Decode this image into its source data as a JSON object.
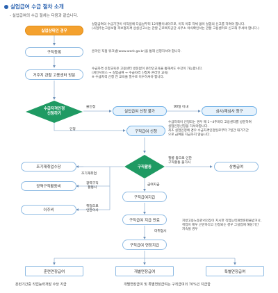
{
  "header": {
    "title": "실업급여 수급 절차 소개",
    "subtitle": "- 실업급여의 수급 절차는 다음과 같습니다."
  },
  "nodes": {
    "unemployed": "실업상태인 경우",
    "job_register": "구직등록",
    "visit_center": "거주지 관할 고용센터 방문",
    "eligibility": [
      "수급자격인정",
      "신청하기"
    ],
    "deny_request": "실업급여 신청 불가",
    "review": "심사/재심사 청구",
    "jobseeker_apply": "구직급여 신청",
    "job_activity": "구직활동",
    "illness": "상병급여",
    "early_reemploy": "조기재취업수당",
    "wide_search": "광역구직활동비",
    "moving": "이주비",
    "jobseeker_pay": "구직급여지급",
    "pay_end": "구직급여 지급 만료",
    "extension": "구직급여 연장지급",
    "training_ext": "훈련연장급여",
    "individual_ext": "개별연장급여",
    "special_ext": "특별연장급여"
  },
  "notes": {
    "unemployed": [
      "실업급여의 수급기간이 이직일에 다음날부터 12개월이내이므로, 이직 이후 지체 없이 실업의 신고를 하여야 합니다.",
      "(사업주는고용보험 피보험자격 상실신고시는 관할 근로복지공단 사무소 야식확인서는 관할 고용센터로 신고해 주셔야 합니다.)"
    ],
    "job_register": "온라인 직접 워크넷(www.work.go.kr)을 통해 신청하셔야 합니다.",
    "visit_center": [
      "수급자격 신청교육은 고용센터 방문없이 온라인교육을 통해서도 수강이 가능합니다.",
      "(개인서비스 → 실업급여 → 수급자격 신청자 온라인 교육)",
      "※ 수급자격 신청 전 교육을 필수로 이수하셔야 합니다."
    ],
    "jobseeker_apply": [
      "수급자격이 인정되는 경우 매 1~4주마다 고용센터를 방문하여",
      "실업인정신청을 하셔야합니다.",
      "최초 실업인정에 경우 수급자격인정일로부터 7일간 대기기간",
      "으로 급여를 지급하지 않습니다."
    ],
    "extension": [
      "지방고용노동관서의장이 지시한 직업능력개발훈련을받거나,",
      "취업이 매우 곤란하다고 인정되는 경우 그실업에 해당기간",
      "지속될 경우"
    ]
  },
  "labels": {
    "not_allowed": "불인정",
    "within_90": "90일 이내",
    "approved": "인정",
    "illness_cond": [
      "질병 등으로 인한",
      "구직활동 불가시"
    ],
    "early_reemploy_edge": "조기재취업",
    "wide_search_edge": [
      "광역구직",
      "활동시"
    ],
    "moving_edge": [
      "취업으로",
      "인한이사"
    ],
    "pay_edge": "급여지급",
    "pay_end_edge": "미취업시"
  },
  "bottom": {
    "training_note": "훈련기간중 직업능력개발 수당 지급",
    "ext_note": "개별연장급여 및 특별연장급여는 구직급여의 70%인 지급함"
  },
  "colors": {
    "accent": "#f4a12e",
    "primary": "#2a62b0",
    "diamond": "#1f9a63",
    "pill": "#e6f2fc"
  }
}
